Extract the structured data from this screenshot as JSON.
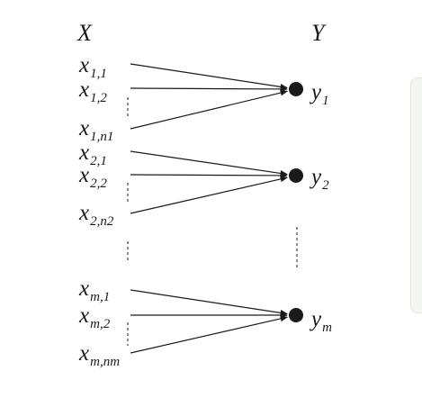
{
  "headers": {
    "x": "X",
    "y": "Y"
  },
  "groups": [
    {
      "inputs": [
        {
          "base": "x",
          "sub": "1,1"
        },
        {
          "base": "x",
          "sub": "1,2"
        },
        {
          "base": "x",
          "sub": "1,n1"
        }
      ],
      "output": {
        "base": "y",
        "sub": "1"
      }
    },
    {
      "inputs": [
        {
          "base": "x",
          "sub": "2,1"
        },
        {
          "base": "x",
          "sub": "2,2"
        },
        {
          "base": "x",
          "sub": "2,n2"
        }
      ],
      "output": {
        "base": "y",
        "sub": "2"
      }
    },
    {
      "inputs": [
        {
          "base": "x",
          "sub": "m,1"
        },
        {
          "base": "x",
          "sub": "m,2"
        },
        {
          "base": "x",
          "sub": "m,nm"
        }
      ],
      "output": {
        "base": "y",
        "sub": "m"
      }
    }
  ],
  "colors": {
    "ink": "#1a1a1a",
    "panel": "#f4f7f1"
  }
}
